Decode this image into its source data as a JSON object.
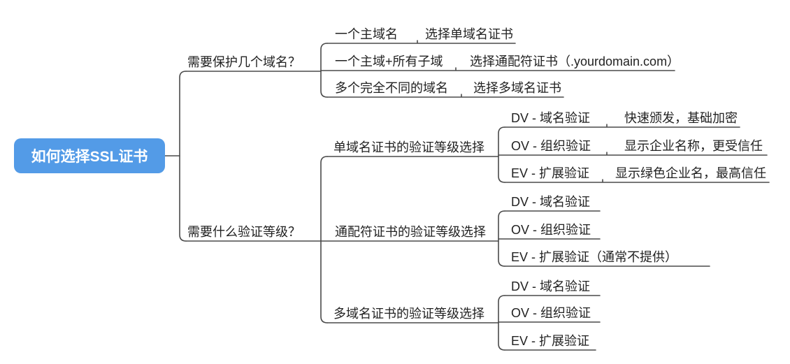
{
  "root": {
    "label": "如何选择SSL证书"
  },
  "colors": {
    "root_bg": "#539BE7",
    "root_text": "#FFFFFF",
    "line": "#4A4A4A",
    "text": "#222222",
    "canvas_bg": "#FFFFFF"
  },
  "branches": [
    {
      "label": "需要保护几个域名？",
      "children": [
        {
          "label": "一个主域名",
          "children": [
            {
              "label": "选择单域名证书"
            }
          ]
        },
        {
          "label": "一个主域+所有子域",
          "children": [
            {
              "label": "选择通配符证书（.yourdomain.com）"
            }
          ]
        },
        {
          "label": "多个完全不同的域名",
          "children": [
            {
              "label": "选择多域名证书"
            }
          ]
        }
      ]
    },
    {
      "label": "需要什么验证等级？",
      "children": [
        {
          "label": "单域名证书的验证等级选择",
          "children": [
            {
              "label": "DV - 域名验证",
              "children": [
                {
                  "label": "快速颁发，基础加密"
                }
              ]
            },
            {
              "label": "OV - 组织验证",
              "children": [
                {
                  "label": "显示企业名称，更受信任"
                }
              ]
            },
            {
              "label": "EV - 扩展验证",
              "children": [
                {
                  "label": "显示绿色企业名，最高信任"
                }
              ]
            }
          ]
        },
        {
          "label": "通配符证书的验证等级选择",
          "children": [
            {
              "label": "DV - 域名验证"
            },
            {
              "label": "OV - 组织验证"
            },
            {
              "label": "EV - 扩展验证（通常不提供）"
            }
          ]
        },
        {
          "label": "多域名证书的验证等级选择",
          "children": [
            {
              "label": "DV - 域名验证"
            },
            {
              "label": "OV - 组织验证"
            },
            {
              "label": "EV - 扩展验证"
            }
          ]
        }
      ]
    }
  ]
}
